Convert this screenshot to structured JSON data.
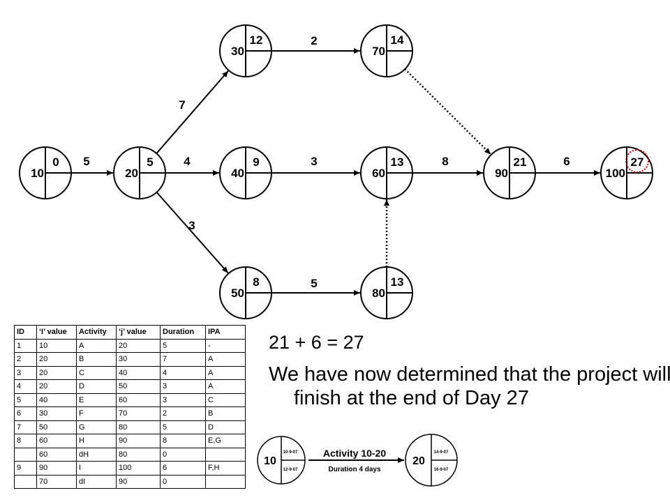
{
  "network": {
    "nodes": [
      {
        "id": "10",
        "es": "0"
      },
      {
        "id": "20",
        "es": "5"
      },
      {
        "id": "30",
        "es": "12"
      },
      {
        "id": "40",
        "es": "9"
      },
      {
        "id": "50",
        "es": "8"
      },
      {
        "id": "60",
        "es": "13"
      },
      {
        "id": "70",
        "es": "14"
      },
      {
        "id": "80",
        "es": "13"
      },
      {
        "id": "90",
        "es": "21"
      },
      {
        "id": "100",
        "es": "27"
      }
    ],
    "edges": [
      {
        "from": "10",
        "to": "20",
        "duration": "5"
      },
      {
        "from": "20",
        "to": "30",
        "duration": "7"
      },
      {
        "from": "20",
        "to": "40",
        "duration": "4"
      },
      {
        "from": "20",
        "to": "50",
        "duration": "3"
      },
      {
        "from": "30",
        "to": "70",
        "duration": "2"
      },
      {
        "from": "40",
        "to": "60",
        "duration": "3"
      },
      {
        "from": "50",
        "to": "80",
        "duration": "5"
      },
      {
        "from": "60",
        "to": "90",
        "duration": "8"
      },
      {
        "from": "90",
        "to": "100",
        "duration": "6"
      },
      {
        "from": "70",
        "to": "90",
        "duration": "",
        "dummy": true
      },
      {
        "from": "80",
        "to": "60",
        "duration": "",
        "dummy": true
      }
    ],
    "highlighted_node": "100",
    "highlight_color": "#cc0000"
  },
  "table": {
    "headers": [
      "ID",
      "‘I’ value",
      "Activity",
      "‘j’ value",
      "Duration",
      "IPA"
    ],
    "rows": [
      [
        "1",
        "10",
        "A",
        "20",
        "5",
        "-"
      ],
      [
        "2",
        "20",
        "B",
        "30",
        "7",
        "A"
      ],
      [
        "3",
        "20",
        "C",
        "40",
        "4",
        "A"
      ],
      [
        "4",
        "20",
        "D",
        "50",
        "3",
        "A"
      ],
      [
        "5",
        "40",
        "E",
        "60",
        "3",
        "C"
      ],
      [
        "6",
        "30",
        "F",
        "70",
        "2",
        "B"
      ],
      [
        "7",
        "50",
        "G",
        "80",
        "5",
        "D"
      ],
      [
        "8",
        "60",
        "H",
        "90",
        "8",
        "E,G"
      ],
      [
        "",
        "60",
        "dH",
        "80",
        "0",
        ""
      ],
      [
        "9",
        "90",
        "I",
        "100",
        "6",
        "F,H"
      ],
      [
        "",
        "70",
        "dI",
        "90",
        "0",
        ""
      ]
    ]
  },
  "text": {
    "calculation": "21 + 6 = 27",
    "conclusion": "We have now determined that the project will finish at the end of Day 27"
  },
  "legend": {
    "activity_label": "Activity 10-20",
    "duration_label": "Duration 4 days",
    "start_node": {
      "id": "10",
      "top_date": "10-9-07",
      "bottom_date": "12-9-07"
    },
    "end_node": {
      "id": "20",
      "top_date": "14-9-07",
      "bottom_date": "16-9-07"
    }
  }
}
